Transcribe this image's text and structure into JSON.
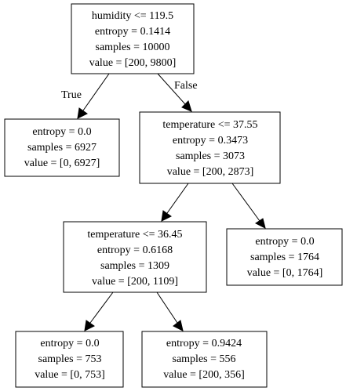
{
  "tree": {
    "nodes": {
      "root": [
        "humidity <= 119.5",
        "entropy = 0.1414",
        "samples = 10000",
        "value = [200, 9800]"
      ],
      "leaf_left": [
        "entropy = 0.0",
        "samples = 6927",
        "value = [0, 6927]"
      ],
      "split_temp_high": [
        "temperature <= 37.55",
        "entropy = 0.3473",
        "samples = 3073",
        "value = [200, 2873]"
      ],
      "split_temp_low": [
        "temperature <= 36.45",
        "entropy = 0.6168",
        "samples = 1309",
        "value = [200, 1109]"
      ],
      "leaf_right": [
        "entropy = 0.0",
        "samples = 1764",
        "value = [0, 1764]"
      ],
      "leaf_low_left": [
        "entropy = 0.0",
        "samples = 753",
        "value = [0, 753]"
      ],
      "leaf_low_right": [
        "entropy = 0.9424",
        "samples = 556",
        "value = [200, 356]"
      ]
    },
    "edge_labels": {
      "true": "True",
      "false": "False"
    }
  }
}
